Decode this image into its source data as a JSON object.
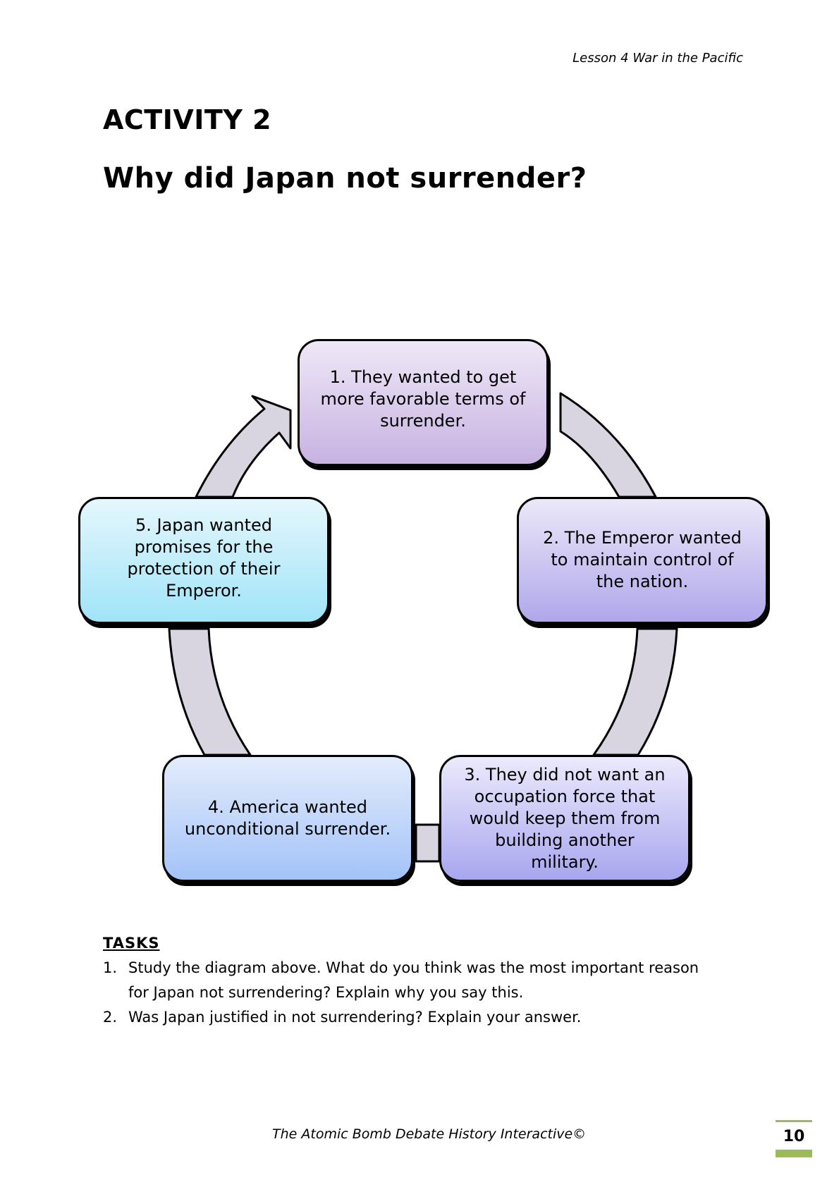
{
  "header": {
    "lesson": "Lesson 4 War in the Pacific"
  },
  "activity": "ACTIVITY 2",
  "title": "Why did Japan not surrender?",
  "diagram": {
    "arrow_color": "#d8d5e1",
    "boxes": [
      {
        "lines": [
          "1. They wanted to get",
          "more favorable terms of",
          "surrender."
        ]
      },
      {
        "lines": [
          "2. The Emperor wanted",
          "to maintain control of",
          "the nation."
        ]
      },
      {
        "lines": [
          "3. They did not want an",
          "occupation force that",
          "would keep them from",
          "building another",
          "military."
        ]
      },
      {
        "lines": [
          "4. America wanted",
          "unconditional surrender."
        ]
      },
      {
        "lines": [
          "5. Japan wanted",
          "promises for the",
          "protection of their",
          "Emperor."
        ]
      }
    ]
  },
  "tasks": {
    "heading": "TASKS",
    "items": [
      {
        "num": "1.",
        "lines": [
          "Study the diagram above. What do you think was the most important reason",
          "for Japan not surrendering? Explain why you say this."
        ]
      },
      {
        "num": "2.",
        "lines": [
          "Was Japan justified in not surrendering? Explain your answer."
        ]
      }
    ]
  },
  "footer": {
    "text": "The Atomic Bomb Debate History Interactive©",
    "page_number": "10",
    "accent_color": "#9bbb59"
  }
}
